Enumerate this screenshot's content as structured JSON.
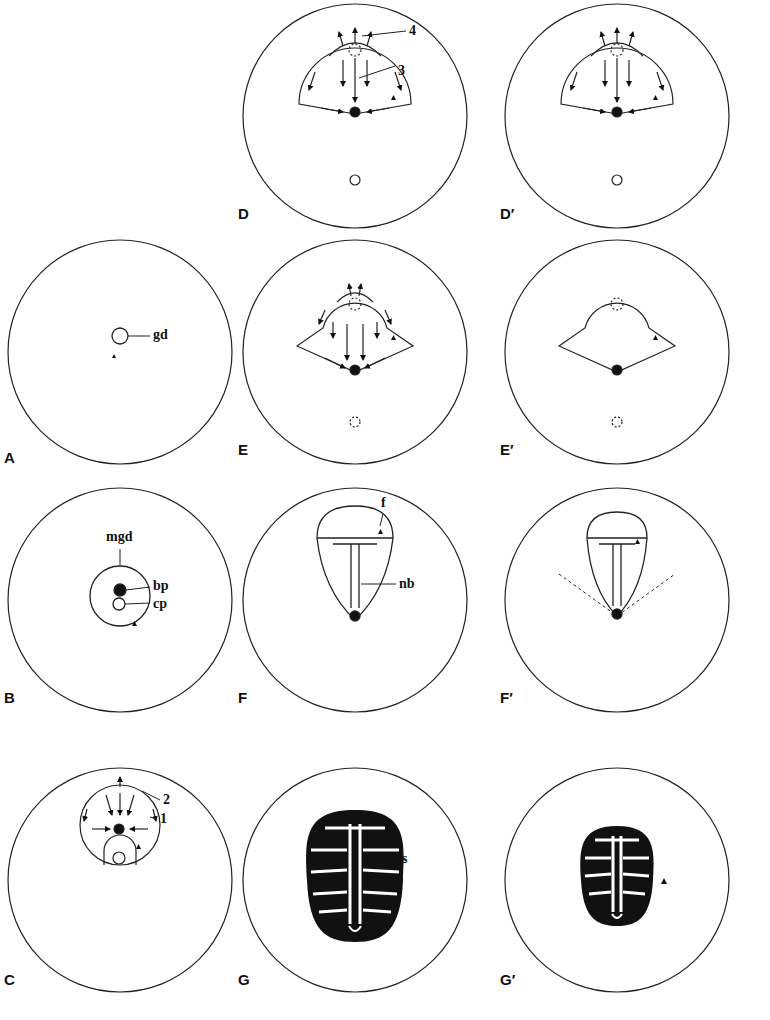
{
  "diagram": {
    "labels": [
      "4",
      "3",
      "D",
      "D′",
      "gd",
      "A",
      "E",
      "E′",
      "mgd",
      "bp",
      "cp",
      "B",
      "f",
      "nb",
      "F",
      "F′",
      "2",
      "1",
      "C",
      "s",
      "G",
      "G′"
    ]
  }
}
